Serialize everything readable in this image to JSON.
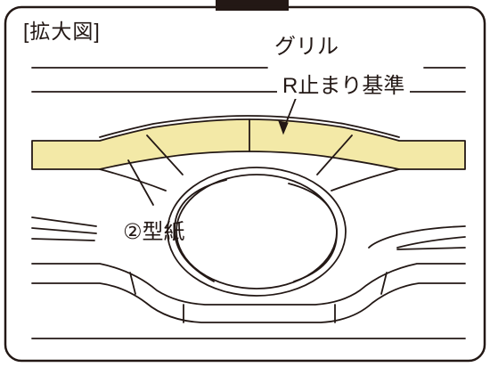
{
  "title": "[拡大図]",
  "callout": {
    "line1": "グリル",
    "line2": "R止まり基準"
  },
  "template_label": "②型紙",
  "colors": {
    "outline": "#231815",
    "template_fill": "#f3e9a7",
    "frame_tab": "#231815",
    "background": "#ffffff"
  },
  "icons": {
    "callout_arrow": "arrow-icon"
  }
}
